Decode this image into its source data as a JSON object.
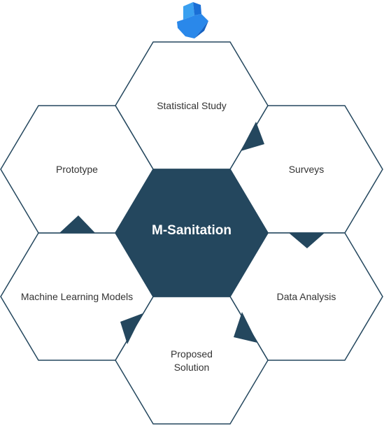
{
  "diagram": {
    "center": {
      "label": "M-Sanitation"
    },
    "nodes": [
      {
        "id": "statistical-study",
        "lines": [
          "Statistical Study"
        ]
      },
      {
        "id": "surveys",
        "lines": [
          "Surveys"
        ]
      },
      {
        "id": "data-analysis",
        "lines": [
          "Data Analysis"
        ]
      },
      {
        "id": "proposed-solution",
        "lines": [
          "Proposed",
          "Solution"
        ]
      },
      {
        "id": "machine-learning-models",
        "lines": [
          "Machine Learning Models"
        ]
      },
      {
        "id": "prototype",
        "lines": [
          "Prototype"
        ]
      }
    ],
    "colors": {
      "center_fill": "#24475e",
      "stroke": "#24475e",
      "arrow": "#24475e",
      "node_fill": "#ffffff",
      "icon_light": "#3aa0f0",
      "icon_dark": "#1a6fd6"
    },
    "start_icon": "blue-arrow-down-icon"
  }
}
